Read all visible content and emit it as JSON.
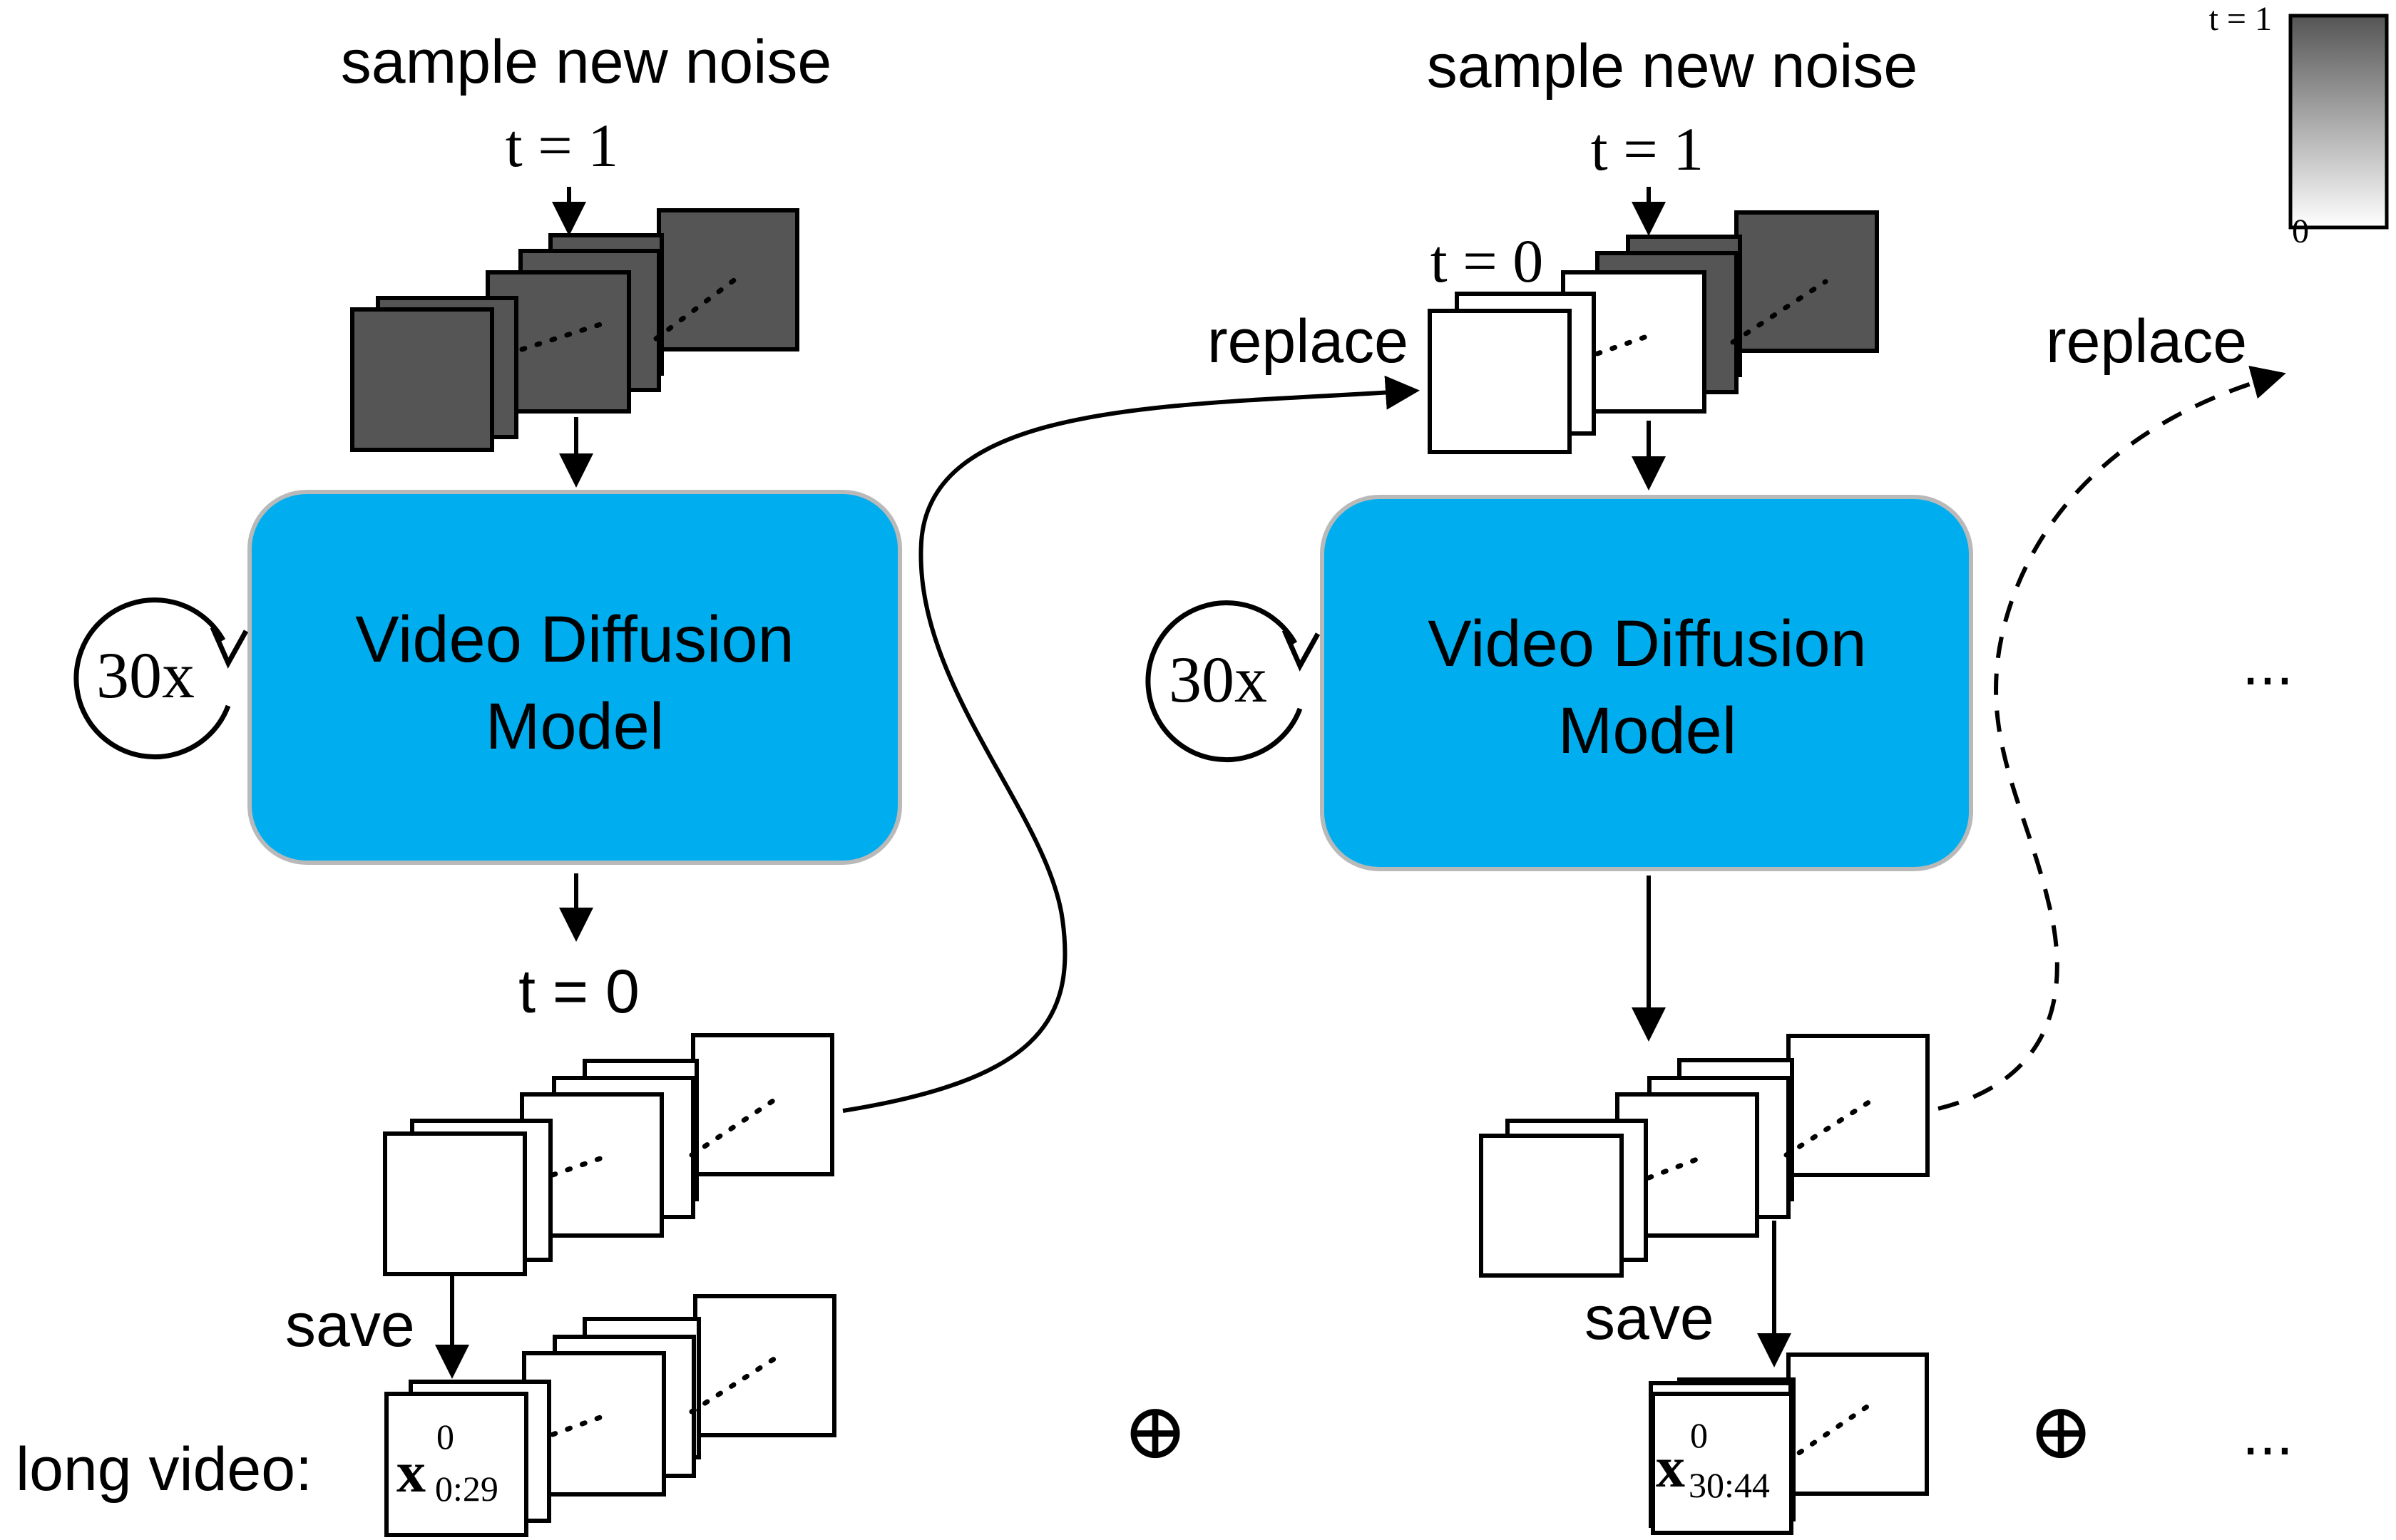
{
  "colors": {
    "model_fill": "#00aeef",
    "noise_frame": "#555555",
    "clean_frame": "#ffffff",
    "gradient_top": "#555555",
    "gradient_bottom": "#ffffff"
  },
  "legend": {
    "top_label": "t = 1",
    "bottom_label": "0"
  },
  "step1": {
    "noise_title": "sample new noise",
    "noise_t": "t = 1",
    "model_line1": "Video Diffusion",
    "model_line2": "Model",
    "loop_label": "30x",
    "output_t": "t = 0",
    "save_label": "save",
    "clip_symbol": "x",
    "clip_superscript": "0",
    "clip_subscript": "0:29"
  },
  "step2": {
    "noise_title": "sample new noise",
    "noise_t": "t = 1",
    "cond_t": "t = 0",
    "replace_label": "replace",
    "model_line1": "Video Diffusion",
    "model_line2": "Model",
    "loop_label": "30x",
    "save_label": "save",
    "clip_symbol": "x",
    "clip_superscript": "0",
    "clip_subscript": "30:44"
  },
  "next": {
    "replace_label": "replace",
    "ellipsis": "..."
  },
  "long_video": {
    "label": "long video:",
    "concat_symbol": "⊕",
    "ellipsis": "..."
  }
}
